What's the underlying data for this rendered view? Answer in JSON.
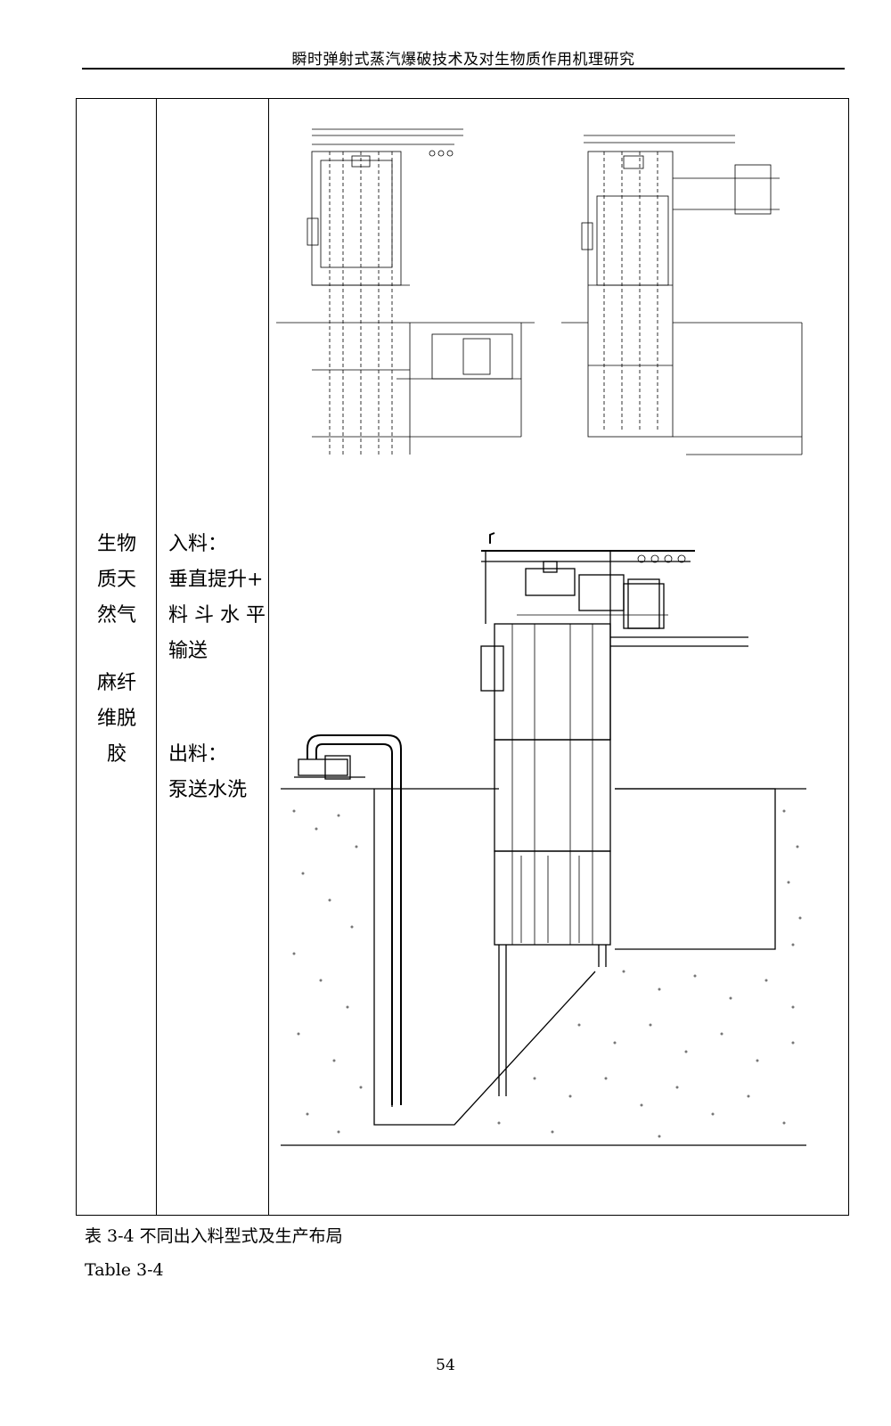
{
  "header": {
    "title": "瞬时弹射式蒸汽爆破技术及对生物质作用机理研究"
  },
  "row": {
    "category_lines": [
      "生物",
      "质天",
      "然气",
      "麻纤",
      "维脱",
      "胶"
    ],
    "feed_label": "入料：",
    "feed_lines": [
      "垂直提升+",
      "料 斗 水 平",
      "输送"
    ],
    "discharge_label": "出料：",
    "discharge_text": "泵送水洗"
  },
  "caption": {
    "zh": "表 3-4  不同出入料型式及生产布局",
    "en": "Table 3-4"
  },
  "page_number": "54"
}
